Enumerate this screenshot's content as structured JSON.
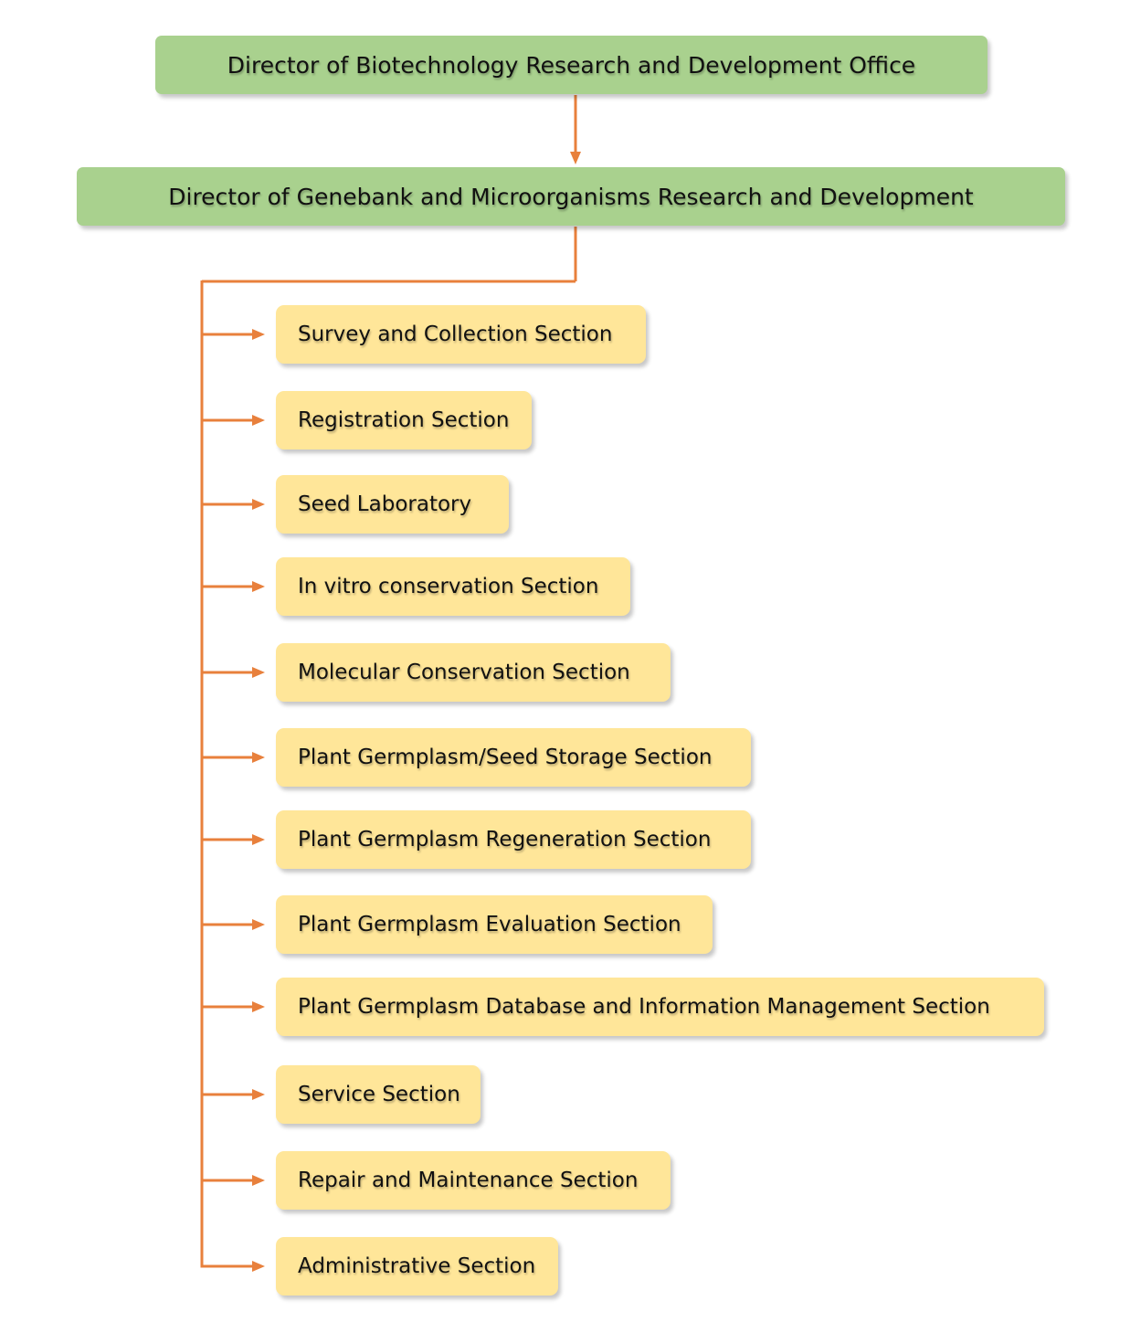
{
  "colors": {
    "director_fill": "#a9d18e",
    "section_fill": "#ffe699",
    "connector": "#e8803c",
    "text": "#111111"
  },
  "directors": {
    "top": "Director of Biotechnology Research and Development Office",
    "second": "Director of Genebank and Microorganisms Research and Development"
  },
  "sections": [
    "Survey and Collection Section",
    "Registration Section",
    "Seed Laboratory",
    "In vitro conservation Section",
    "Molecular Conservation Section",
    "Plant Germplasm/Seed Storage Section",
    "Plant Germplasm Regeneration Section",
    "Plant Germplasm Evaluation Section",
    "Plant Germplasm Database and Information Management Section",
    "Service Section",
    "Repair and Maintenance Section",
    "Administrative Section"
  ]
}
